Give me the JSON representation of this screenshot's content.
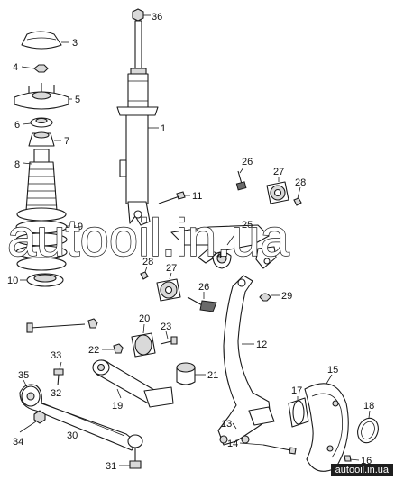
{
  "diagram": {
    "callouts": [
      {
        "id": "36",
        "text": "36"
      },
      {
        "id": "3",
        "text": "3"
      },
      {
        "id": "4",
        "text": "4"
      },
      {
        "id": "5",
        "text": "5"
      },
      {
        "id": "1",
        "text": "1"
      },
      {
        "id": "6",
        "text": "6"
      },
      {
        "id": "7",
        "text": "7"
      },
      {
        "id": "8",
        "text": "8"
      },
      {
        "id": "9",
        "text": "9"
      },
      {
        "id": "10",
        "text": "10"
      },
      {
        "id": "26a",
        "text": "26"
      },
      {
        "id": "27a",
        "text": "27"
      },
      {
        "id": "28a",
        "text": "28"
      },
      {
        "id": "11",
        "text": "11"
      },
      {
        "id": "25",
        "text": "25"
      },
      {
        "id": "24",
        "text": "24"
      },
      {
        "id": "28b",
        "text": "28"
      },
      {
        "id": "27b",
        "text": "27"
      },
      {
        "id": "26b",
        "text": "26"
      },
      {
        "id": "29",
        "text": "29"
      },
      {
        "id": "20",
        "text": "20"
      },
      {
        "id": "23",
        "text": "23"
      },
      {
        "id": "22",
        "text": "22"
      },
      {
        "id": "12",
        "text": "12"
      },
      {
        "id": "33",
        "text": "33"
      },
      {
        "id": "32",
        "text": "32"
      },
      {
        "id": "35",
        "text": "35"
      },
      {
        "id": "21",
        "text": "21"
      },
      {
        "id": "15",
        "text": "15"
      },
      {
        "id": "19",
        "text": "19"
      },
      {
        "id": "17",
        "text": "17"
      },
      {
        "id": "18",
        "text": "18"
      },
      {
        "id": "13",
        "text": "13"
      },
      {
        "id": "14",
        "text": "14"
      },
      {
        "id": "34",
        "text": "34"
      },
      {
        "id": "30",
        "text": "30"
      },
      {
        "id": "16",
        "text": "16"
      },
      {
        "id": "31",
        "text": "31"
      }
    ]
  },
  "watermark": {
    "text": "autooil.in.ua"
  },
  "badge": {
    "text": "autooil.in.ua"
  }
}
